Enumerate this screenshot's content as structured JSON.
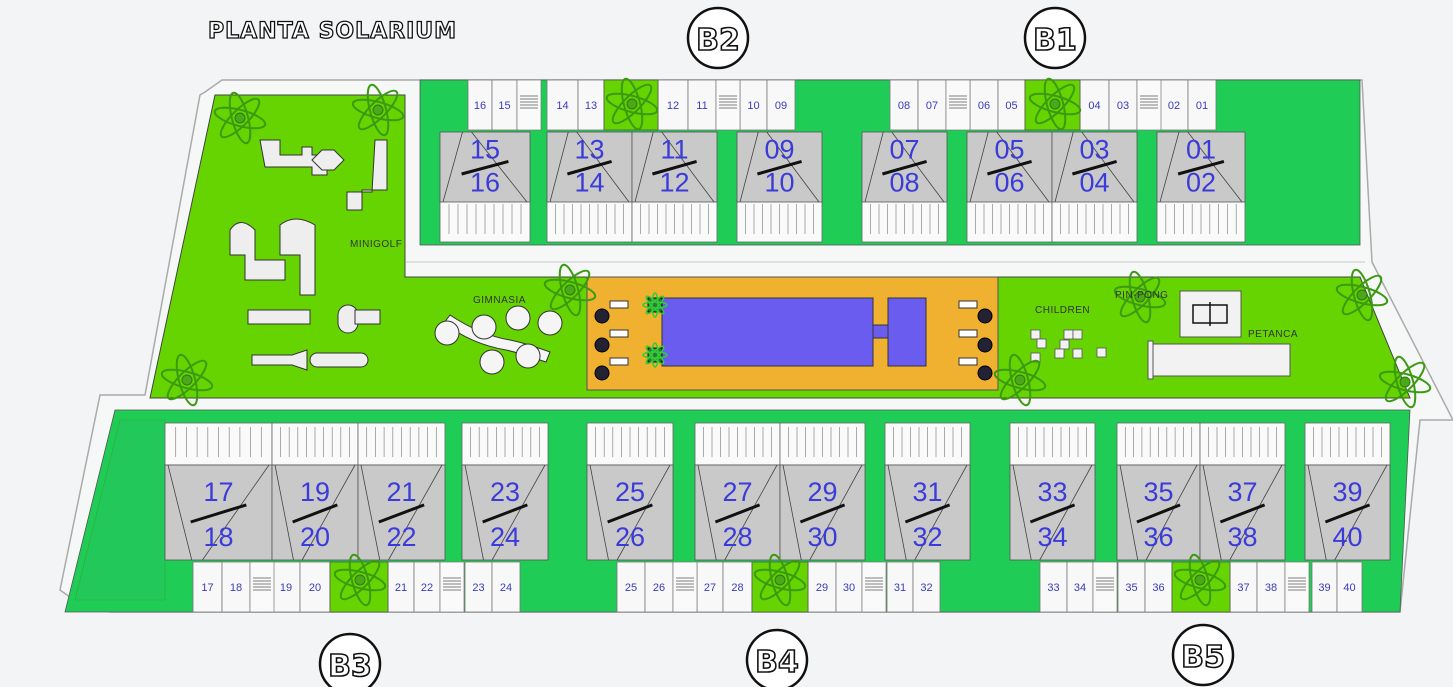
{
  "title": "PLANTA SOLARIUM",
  "blocks": {
    "b1": "B1",
    "b2": "B2",
    "b3": "B3",
    "b4": "B4",
    "b5": "B5"
  },
  "areas": {
    "minigolf": "MINIGOLF",
    "gimnasia": "GIMNASIA",
    "children": "CHILDREN",
    "pingpong": "PIN-PONG",
    "petanca": "PETANCA"
  },
  "top_units": [
    [
      "15",
      "16"
    ],
    [
      "13",
      "14"
    ],
    [
      "11",
      "12"
    ],
    [
      "09",
      "10"
    ],
    [
      "07",
      "08"
    ],
    [
      "05",
      "06"
    ],
    [
      "03",
      "04"
    ],
    [
      "01",
      "02"
    ]
  ],
  "bottom_units": [
    [
      "17",
      "18"
    ],
    [
      "19",
      "20"
    ],
    [
      "21",
      "22"
    ],
    [
      "23",
      "24"
    ],
    [
      "25",
      "26"
    ],
    [
      "27",
      "28"
    ],
    [
      "29",
      "30"
    ],
    [
      "31",
      "32"
    ],
    [
      "33",
      "34"
    ],
    [
      "35",
      "36"
    ],
    [
      "37",
      "38"
    ],
    [
      "39",
      "40"
    ]
  ],
  "top_parking": [
    "16",
    "15",
    "14",
    "13",
    "12",
    "11",
    "10",
    "09",
    "08",
    "07",
    "06",
    "05",
    "04",
    "03",
    "02",
    "01"
  ],
  "bottom_parking": [
    "17",
    "18",
    "19",
    "20",
    "21",
    "22",
    "23",
    "24",
    "25",
    "26",
    "27",
    "28",
    "29",
    "30",
    "31",
    "32",
    "33",
    "34",
    "35",
    "36",
    "37",
    "38",
    "39",
    "40"
  ],
  "colors": {
    "lawn": "#66d400",
    "garden": "#1fcc55",
    "pool": "#6b5cf0",
    "deck": "#f0b030",
    "unit_label": "#3b3bd9"
  }
}
